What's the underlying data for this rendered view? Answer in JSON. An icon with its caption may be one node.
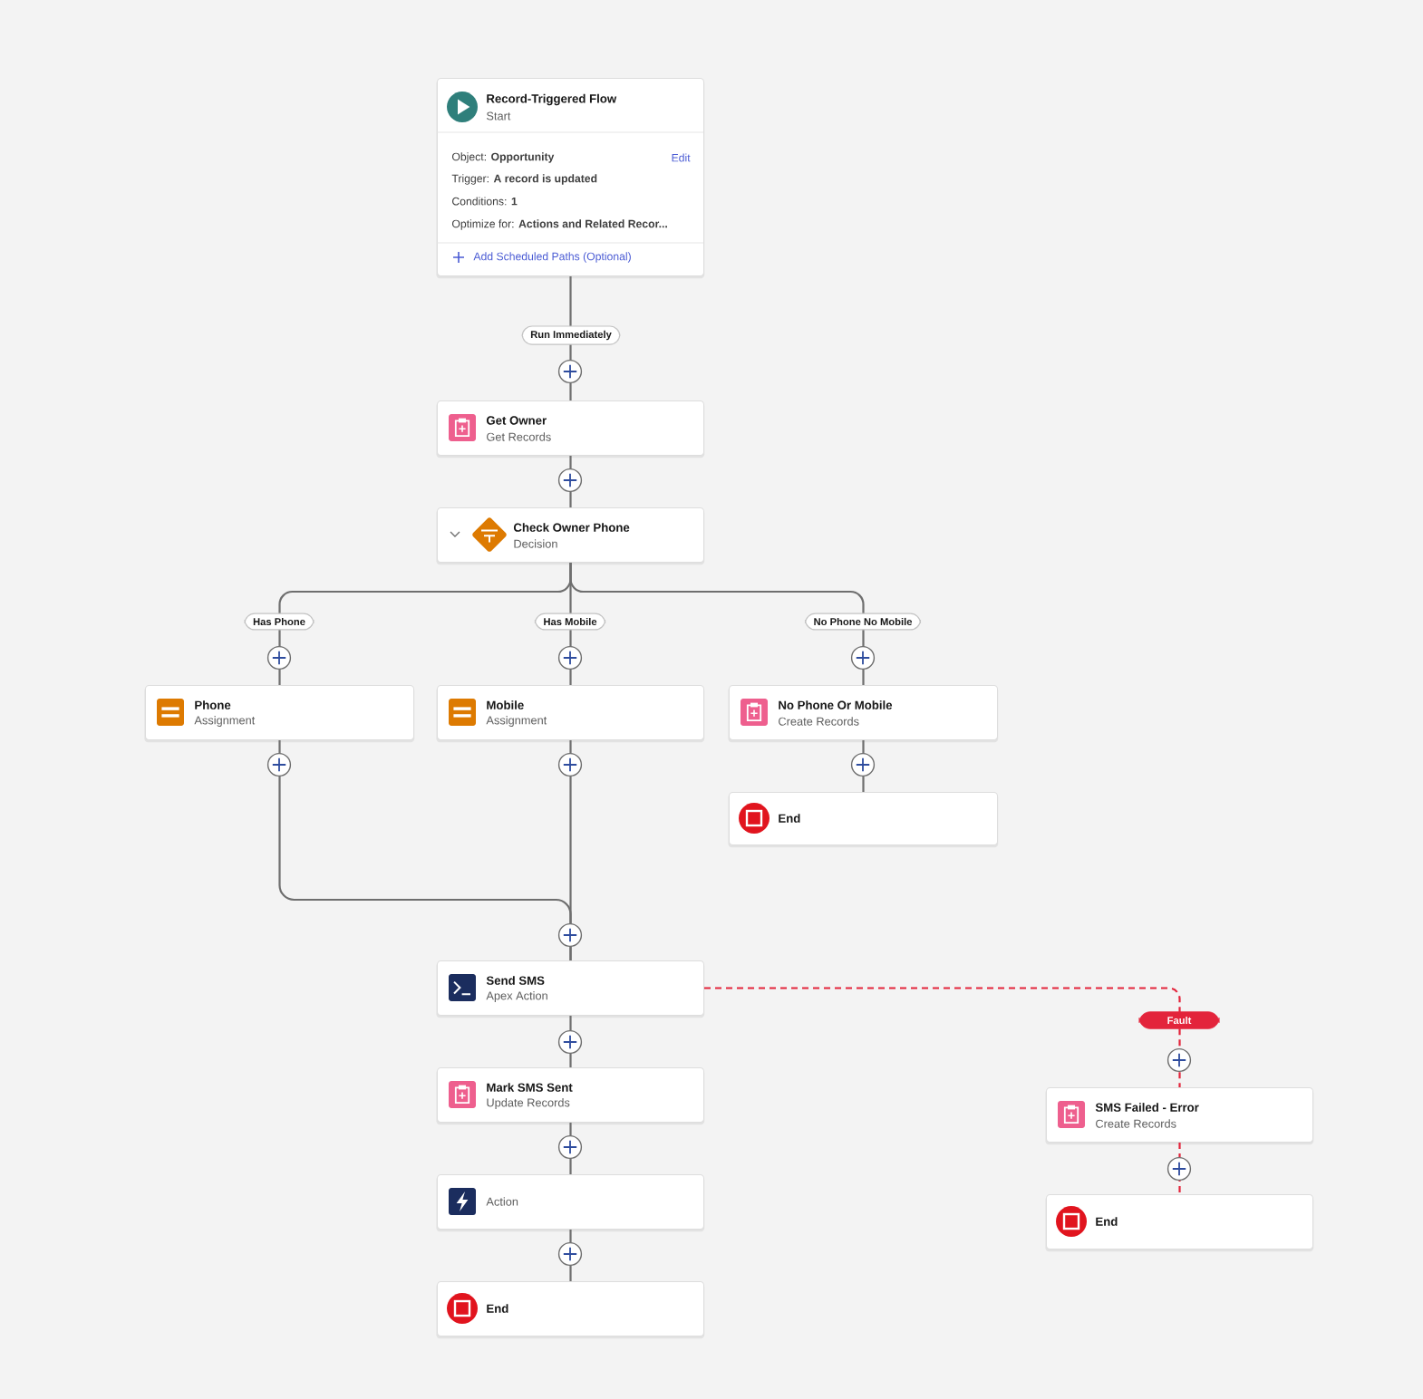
{
  "diagram": {
    "nodes": [
      {
        "text": [
          "Record-Triggered Flow",
          "Start",
          "Object: **Opportunity**",
          "Edit",
          "Trigger: **A record is updated**",
          "Conditions: **1**",
          "Optimize for: **Actions and Related Recor...**",
          "Add Scheduled Paths (Optional)"
        ]
      },
      {
        "text": [
          "Get Owner",
          "Get Records"
        ]
      },
      {
        "text": [
          "Check Owner Phone",
          "Decision"
        ]
      },
      {
        "text": [
          "Phone",
          "Assignment"
        ]
      },
      {
        "text": [
          "Mobile",
          "Assignment"
        ]
      },
      {
        "text": [
          "No Phone Or Mobile",
          "Create Records"
        ]
      },
      {
        "text": [
          "End"
        ]
      },
      {
        "text": [
          "Send SMS",
          "Apex Action"
        ]
      },
      {
        "text": [
          "Mark SMS Sent",
          "Update Records"
        ]
      },
      {
        "text": [
          "Action"
        ]
      },
      {
        "text": [
          "End"
        ]
      },
      {
        "text": [
          "SMS Failed - Error",
          "Create Records"
        ]
      },
      {
        "text": [
          "End"
        ]
      }
    ],
    "edges": [
      {
        "from": 0,
        "to": 1,
        "arrow": "none",
        "label": "Run Immediately"
      },
      {
        "from": 1,
        "to": 2,
        "arrow": "none"
      },
      {
        "from": 2,
        "to": 3,
        "arrow": "none",
        "label": "Has Phone"
      },
      {
        "from": 2,
        "to": 4,
        "arrow": "none",
        "label": "Has Mobile"
      },
      {
        "from": 2,
        "to": 5,
        "arrow": "none",
        "label": "No Phone No Mobile"
      },
      {
        "from": 5,
        "to": 6,
        "arrow": "none"
      },
      {
        "from": 3,
        "to": 7,
        "arrow": "none"
      },
      {
        "from": 4,
        "to": 7,
        "arrow": "none"
      },
      {
        "from": 7,
        "to": 8,
        "arrow": "none"
      },
      {
        "from": 8,
        "to": 9,
        "arrow": "none"
      },
      {
        "from": 9,
        "to": 10,
        "arrow": "none"
      },
      {
        "from": 7,
        "to": 11,
        "arrow": "none",
        "label": "Fault",
        "style": "dashed",
        "color": "#e3243b"
      },
      {
        "from": 11,
        "to": 12,
        "arrow": "none",
        "style": "dashed",
        "color": "#e3243b"
      }
    ]
  }
}
